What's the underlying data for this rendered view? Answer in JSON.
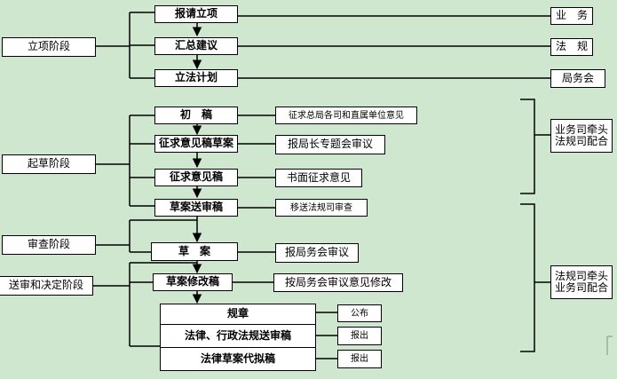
{
  "stages": {
    "lixiang": "立项阶段",
    "qicao": "起草阶段",
    "shencha": "审查阶段",
    "songshen": "送审和决定阶段"
  },
  "steps": {
    "baoqing": "报请立项",
    "huizong": "汇总建议",
    "lifa": "立法计划",
    "chugao": "初　稿",
    "zhengqiu_caoan": "征求意见稿草案",
    "zhengqiu": "征求意见稿",
    "caoan_song": "草案送审稿",
    "caoan": "草　案",
    "xiugai": "草案修改稿",
    "guizhang": "规章",
    "falv_xingzheng": "法律、行政法规送审稿",
    "falv_caoan": "法律草案代拟稿"
  },
  "notes": {
    "yewu": "业　务",
    "fagui": "法　规",
    "juwuhui": "局务会",
    "zhengqiu_zongju": "征求总局各司和直属单位意见",
    "juchang": "报局长专题会审议",
    "shumian": "书面征求意见",
    "yisong": "移送法规司审查",
    "baojuwu": "报局务会审议",
    "anjuwu": "按局务会审议意见修改",
    "gongbu": "公布",
    "baochu1": "报出",
    "baochu2": "报出"
  },
  "responsibility": {
    "upper": [
      "业务司牵头",
      "法规司配合"
    ],
    "lower": [
      "法规司牵头",
      "业务司配合"
    ]
  }
}
